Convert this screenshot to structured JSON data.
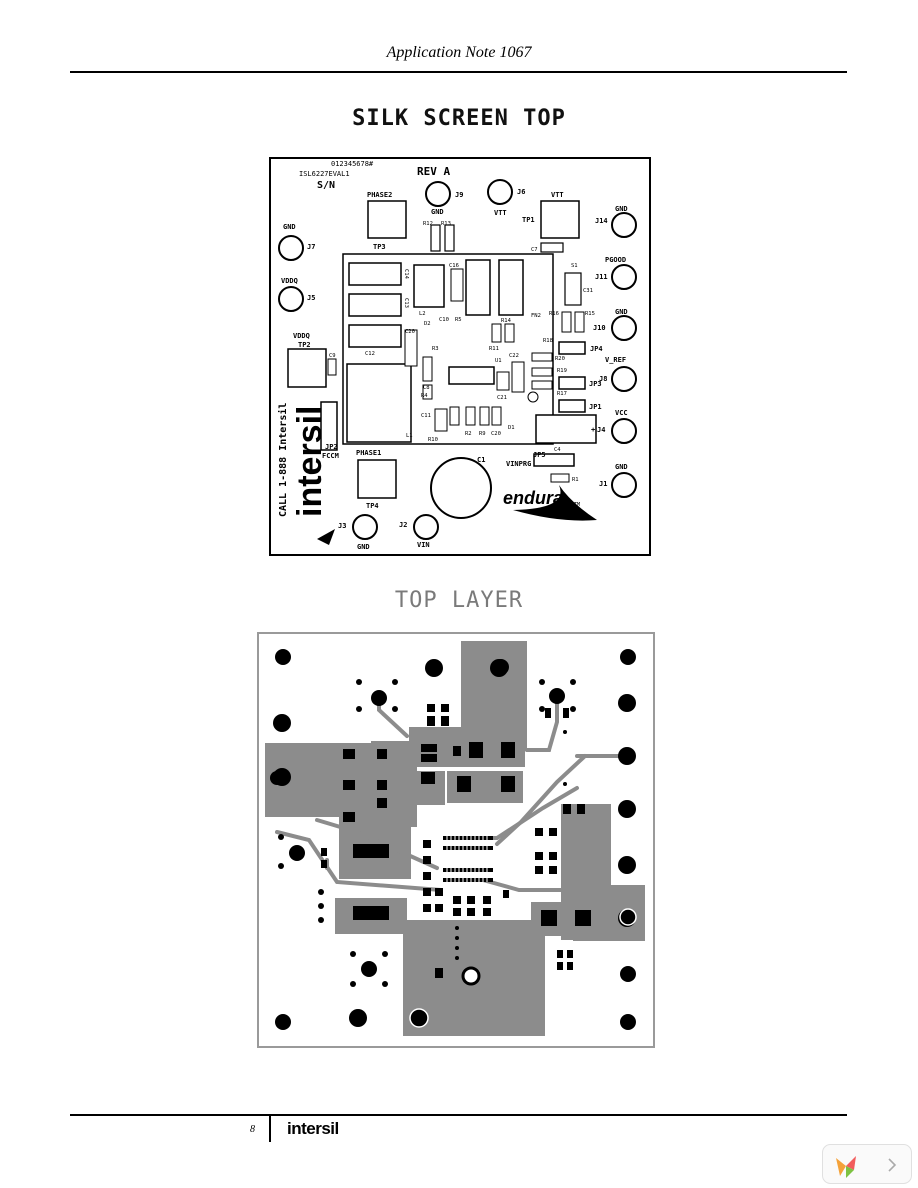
{
  "header": {
    "title": "Application Note 1067"
  },
  "sections": {
    "silk_title": "SILK SCREEN TOP",
    "layer_title": "TOP LAYER"
  },
  "silk": {
    "top_code": "012345678#",
    "eval_name": "ISL6227EVAL1",
    "sn": "S/N",
    "rev": "REV A",
    "brand": "intersil",
    "call_text": "CALL 1-888 Intersil",
    "endura": "endura",
    "tm": "TM",
    "labels": {
      "phase2": "PHASE2",
      "tp3": "TP3",
      "gnd_j9": "GND",
      "j9": "J9",
      "j6": "J6",
      "vtt": "VTT",
      "vtt_tp": "VTT",
      "tp1": "TP1",
      "gnd_j14": "GND",
      "j14": "J14",
      "gnd_j7": "GND",
      "j7": "J7",
      "vddq_j5": "VDDQ",
      "j5": "J5",
      "vddq_tp2": "VDDQ",
      "tp2": "TP2",
      "jp2": "JP2",
      "fccm": "FCCM",
      "phase1": "PHASE1",
      "tp4": "TP4",
      "j3": "J3",
      "gnd_j3": "GND",
      "j2": "J2",
      "vin": "VIN",
      "pgood": "PGOOD",
      "j11": "J11",
      "gnd_j10": "GND",
      "j10": "J10",
      "v_ref": "V_REF",
      "j8": "J8",
      "vcc": "VCC",
      "j4": "J4",
      "gnd_j1": "GND",
      "j1": "J1",
      "jp4": "JP4",
      "jp3": "JP3",
      "jp1": "JP1",
      "jp5": "JP5",
      "vinprg": "VINPRG",
      "r12": "R12",
      "r13": "R13",
      "c7": "C7",
      "c14": "C14",
      "c13": "C13",
      "c12": "C12",
      "l2": "L2",
      "l1": "L1",
      "c16": "C16",
      "c9": "C9",
      "c20": "C20",
      "d2": "D2",
      "c10": "C10",
      "r5": "R5",
      "r3": "R3",
      "r4": "R4",
      "c8": "C8",
      "c11": "C11",
      "r10": "R10",
      "d1": "D1",
      "r2": "R2",
      "r9": "R9",
      "c20b": "C20",
      "u1": "U1",
      "c21": "C21",
      "c22": "C22",
      "r11": "R11",
      "r14": "R14",
      "r15": "R15",
      "r16": "R16",
      "fn2": "FN2",
      "r18": "R18",
      "r20": "R20",
      "r19": "R19",
      "r17": "R17",
      "c4": "C4",
      "c1": "C1",
      "r1": "R1",
      "c31": "C31",
      "s1": "S1",
      "plus": "+"
    }
  },
  "footer": {
    "page_number": "8",
    "logo": "intersil"
  },
  "colors": {
    "copper": "#8c8c8c",
    "pad": "#000000",
    "board_outline": "#9a9a9a"
  }
}
